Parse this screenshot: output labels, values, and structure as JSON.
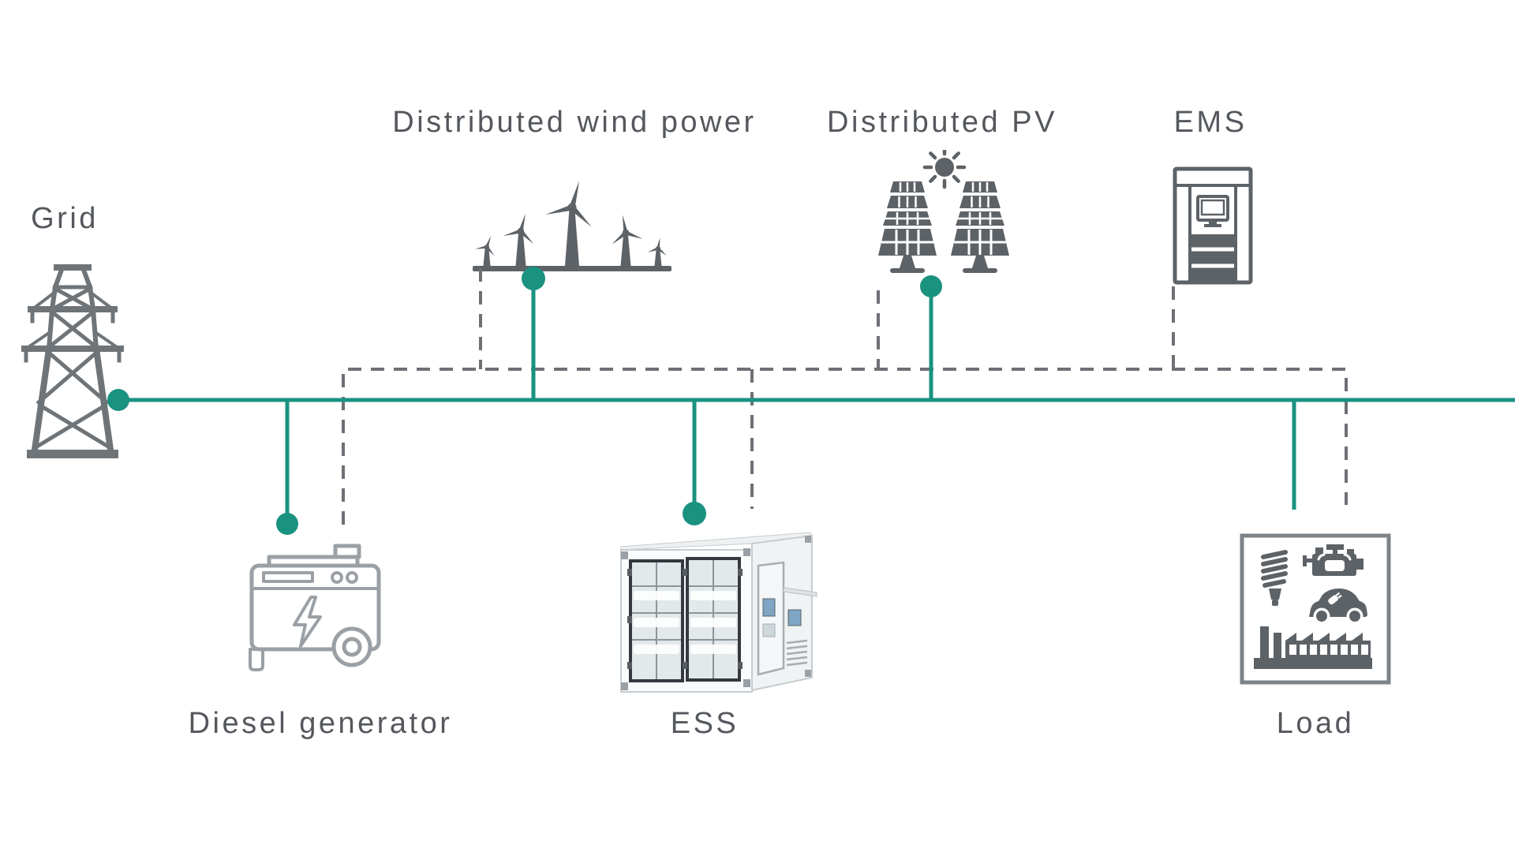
{
  "palette": {
    "background": "#ffffff",
    "power_line_teal": "#1a9280",
    "communication_line_gray": "#6d7075",
    "icon_dark_gray": "#5d6267",
    "icon_outline_gray": "#9aa0a5",
    "label_text_gray": "#54585d"
  },
  "nodes": {
    "grid": {
      "label": "Grid",
      "icon": "transmission-tower-icon"
    },
    "wind": {
      "label": "Distributed wind power",
      "icon": "wind-turbines-icon"
    },
    "pv": {
      "label": "Distributed PV",
      "icon": "solar-panels-sun-icon"
    },
    "ems": {
      "label": "EMS",
      "icon": "server-cabinet-icon"
    },
    "diesel": {
      "label": "Diesel generator",
      "icon": "diesel-generator-icon"
    },
    "ess": {
      "label": "ESS",
      "icon": "battery-container-icon"
    },
    "load": {
      "label": "Load",
      "icon": "load-consumers-icon"
    }
  },
  "connections": {
    "power_bus": {
      "style": "solid",
      "color": "#1a9280"
    },
    "communication": {
      "style": "dashed",
      "color": "#6d7075"
    }
  }
}
